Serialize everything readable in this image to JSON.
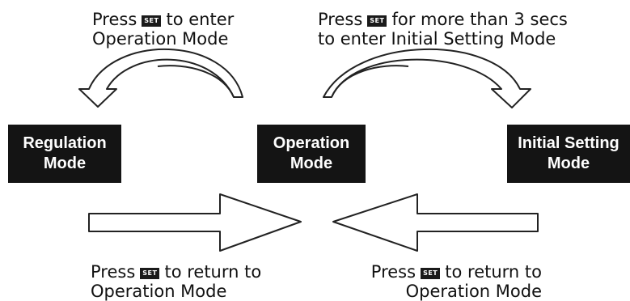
{
  "key_label": "SET",
  "captions": {
    "top_left": {
      "line1_a": "Press",
      "line1_b": "to enter",
      "line2": "Operation Mode"
    },
    "top_right": {
      "line1_a": "Press",
      "line1_b": "for more than 3 secs",
      "line2": "to enter Initial Setting Mode"
    },
    "bottom_left": {
      "line1_a": "Press",
      "line1_b": "to return to",
      "line2": "Operation Mode"
    },
    "bottom_right": {
      "line1_a": "Press",
      "line1_b": "to return to",
      "line2": "Operation Mode"
    }
  },
  "modes": {
    "regulation": {
      "line1": "Regulation",
      "line2": "Mode"
    },
    "operation": {
      "line1": "Operation",
      "line2": "Mode"
    },
    "initial": {
      "line1": "Initial Setting",
      "line2": "Mode"
    }
  },
  "colors": {
    "box": "#141414",
    "text": "#111111",
    "arrow_stroke": "#222222",
    "arrow_fill": "#ffffff"
  }
}
